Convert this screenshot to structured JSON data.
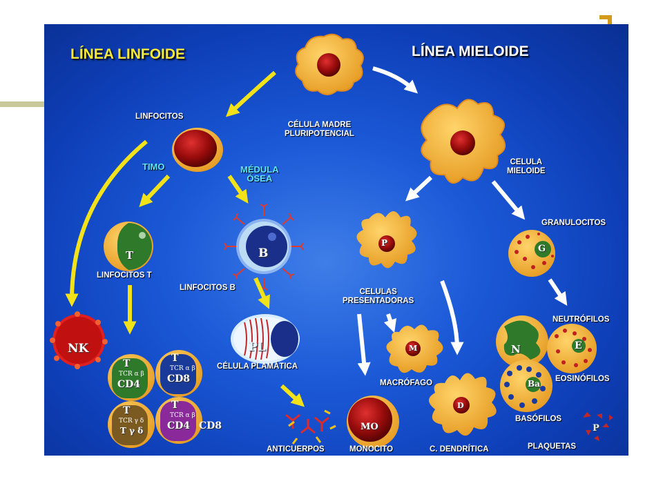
{
  "titles": {
    "lymphoid": "LÍNEA LINFOIDE",
    "myeloid": "LÍNEA MIELOIDE"
  },
  "labels": {
    "stem_cell": [
      "CÉLULA MADRE",
      "PLURIPOTENCIAL"
    ],
    "lymphocytes": "LINFOCITOS",
    "thymus": "TIMO",
    "bone_marrow": [
      "MÉDULA",
      "ÓSEA"
    ],
    "t_lymphocytes": "LINFOCITOS T",
    "b_lymphocytes": "LINFOCITOS B",
    "plasma_cell": "CÉLULA PLAMÁTICA",
    "antibodies": "ANTICUERPOS",
    "myeloid_cell": [
      "CELULA",
      "MIELOIDE"
    ],
    "granulocytes": "GRANULOCITOS",
    "presenting_cells": [
      "CELULAS",
      "PRESENTADORAS"
    ],
    "macrophage": "MACRÓFAGO",
    "monocyte": "MONOCITO",
    "dendritic": "C. DENDRÍTICA",
    "neutrophils": "NEUTRÓFILOS",
    "eosinophils": "EOSINÓFILOS",
    "basophils": "BASÓFILOS",
    "platelets": "PLAQUETAS"
  },
  "cell_letters": {
    "nk": "NK",
    "t": "T",
    "b": "B",
    "pl": "PL",
    "p": "P",
    "m": "M",
    "mo": "MO",
    "d": "D",
    "g": "G",
    "n": "N",
    "e": "E",
    "ba": "Ba",
    "platelet_p": "P",
    "cd4": "CD4",
    "cd8": "CD8",
    "cd4_b": "CD4",
    "cd8_ext": "CD8",
    "tcr_ab": "TCR α β",
    "tcr_ab2": "TCR α β",
    "tcr_gd": "TCR γ δ",
    "tcr_gd2": "TCR α β",
    "t_gd": "T γ δ"
  },
  "colors": {
    "arrow_yellow": "#f2e21a",
    "arrow_white": "#ffffff",
    "cell_orange": "#f3b545",
    "nucleus_red": "#a01010"
  }
}
